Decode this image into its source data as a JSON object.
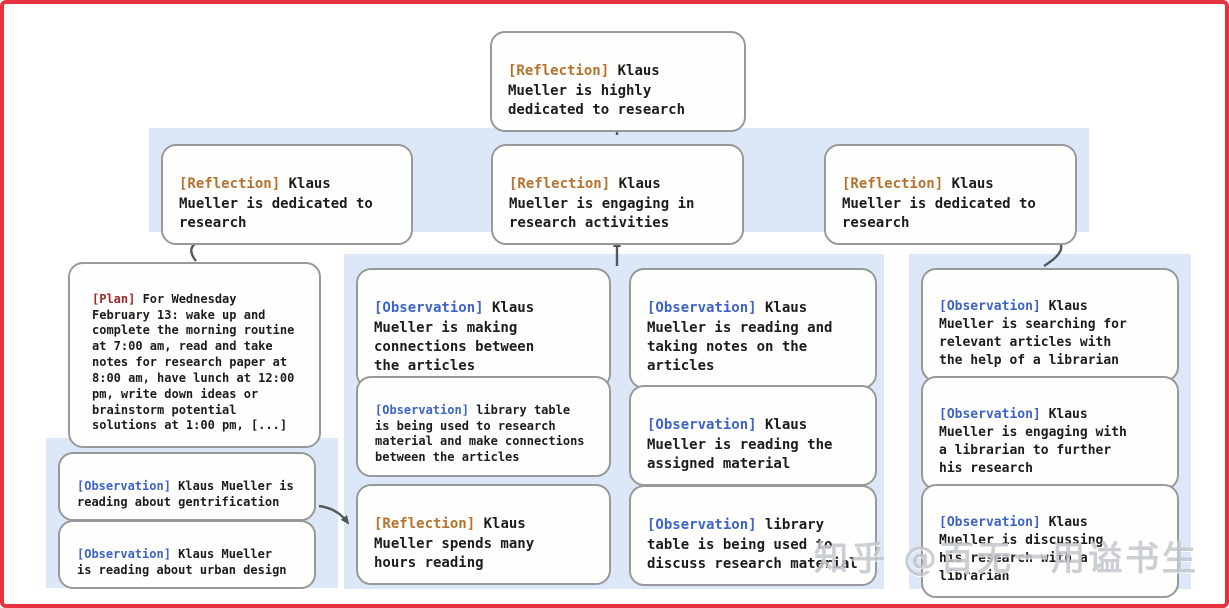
{
  "watermark": "知乎 @百无一用谥书生",
  "colors": {
    "border": "#e4333f",
    "band": "#dce8f7",
    "box_bg": "#fefefd",
    "box_border": "#98999b",
    "reflection_tag": "#b5722e",
    "observation_tag": "#3d63c8",
    "plan_tag": "#9e2a2b",
    "text": "#1c1c1c",
    "arrow": "#54585d",
    "watermark": "#c3c6cb"
  },
  "nodes": {
    "root": {
      "tag": "[Reflection]",
      "text": " Klaus\nMueller is highly\ndedicated to research"
    },
    "l2_left": {
      "tag": "[Reflection]",
      "text": " Klaus\nMueller is dedicated to\nresearch"
    },
    "l2_mid": {
      "tag": "[Reflection]",
      "text": " Klaus\nMueller is engaging in\nresearch activities"
    },
    "l2_right": {
      "tag": "[Reflection]",
      "text": " Klaus\nMueller is dedicated to\nresearch"
    },
    "plan": {
      "tag": "[Plan]",
      "text": " For Wednesday\nFebruary 13: wake up and\ncomplete the morning routine\nat 7:00 am, read and take\nnotes for research paper at\n8:00 am, have lunch at 12:00\npm, write down ideas or\nbrainstorm potential\nsolutions at 1:00 pm, [...]"
    },
    "obs_gentrification": {
      "tag": "[Observation]",
      "text": " Klaus Mueller is\nreading about gentrification"
    },
    "obs_urban_design": {
      "tag": "[Observation]",
      "text": " Klaus Mueller\nis reading about urban design"
    },
    "mid_a1": {
      "tag": "[Observation]",
      "text": " Klaus\nMueller is making\nconnections between\nthe articles"
    },
    "mid_a2": {
      "tag": "[Observation]",
      "text": " library table\nis being used to research\nmaterial and make connections\nbetween the articles"
    },
    "mid_a3": {
      "tag": "[Reflection]",
      "text": " Klaus\nMueller spends many\nhours reading"
    },
    "mid_b1": {
      "tag": "[Observation]",
      "text": " Klaus\nMueller is reading and\ntaking notes on the\narticles"
    },
    "mid_b2": {
      "tag": "[Observation]",
      "text": " Klaus\nMueller is reading the\nassigned material"
    },
    "mid_b3": {
      "tag": "[Observation]",
      "text": " library\ntable is being used to\ndiscuss research material"
    },
    "right_1": {
      "tag": "[Observation]",
      "text": " Klaus\nMueller is searching for\nrelevant articles with\nthe help of a librarian"
    },
    "right_2": {
      "tag": "[Observation]",
      "text": " Klaus\nMueller is engaging with\na librarian to further\nhis research"
    },
    "right_3": {
      "tag": "[Observation]",
      "text": " Klaus\nMueller is discussing\nhis research with a\nlibrarian"
    }
  }
}
